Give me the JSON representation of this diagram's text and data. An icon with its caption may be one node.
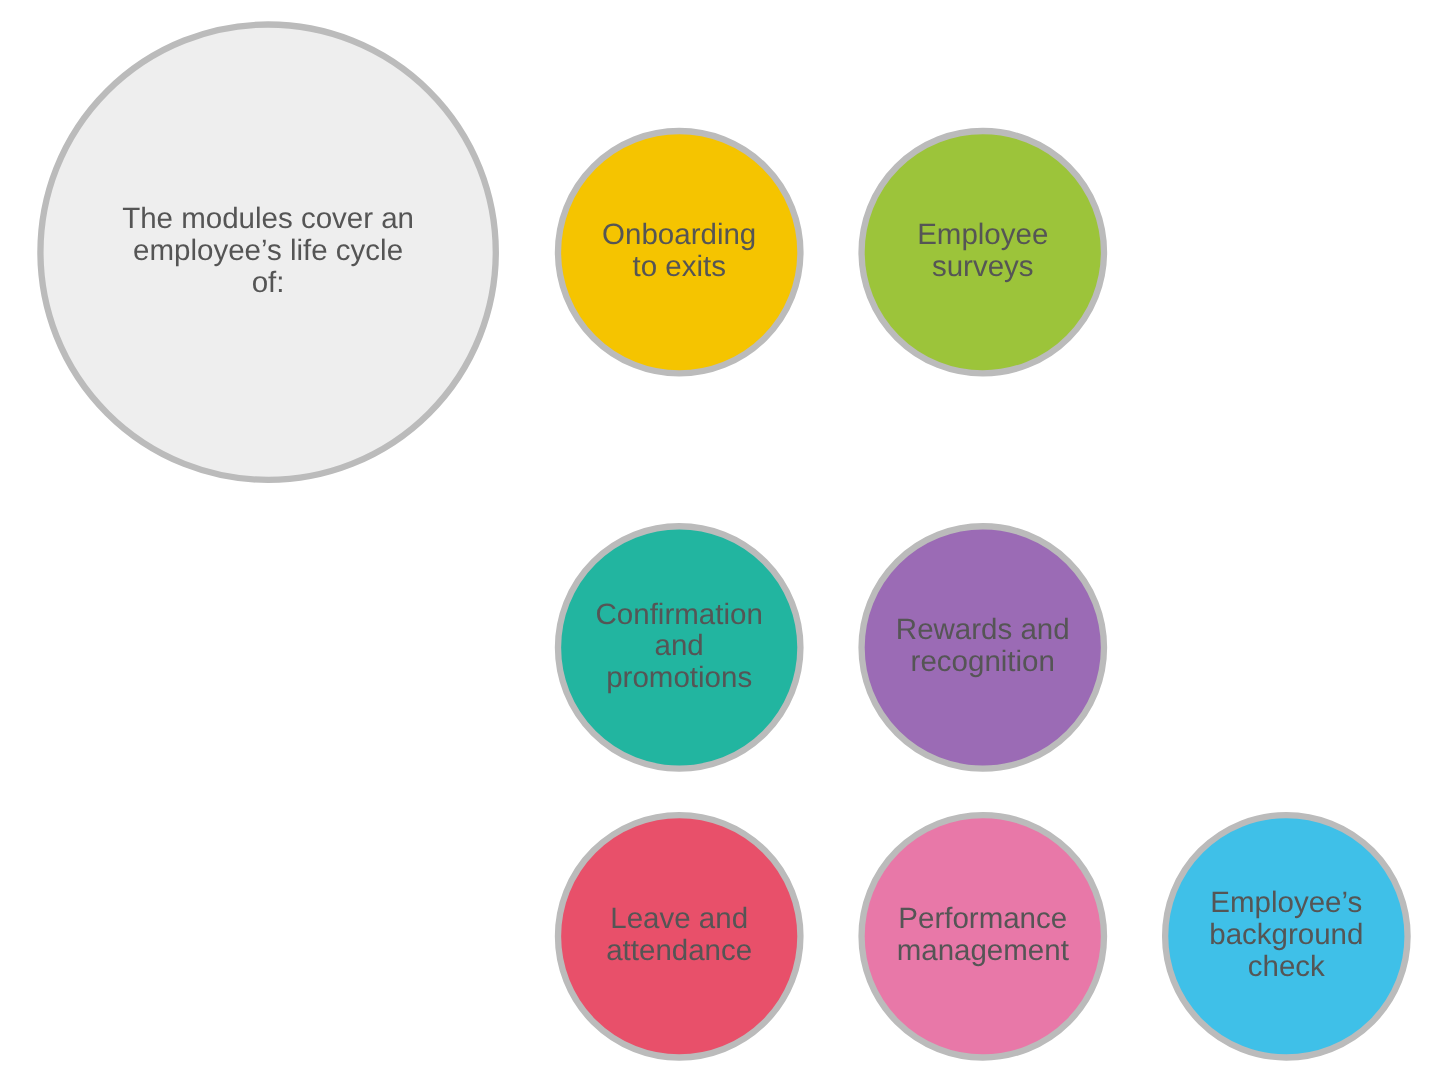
{
  "diagram": {
    "nodes": [
      {
        "text": [
          "The modules cover an employee’s life cycle of:"
        ]
      },
      {
        "text": [
          "Onboarding to exits"
        ]
      },
      {
        "text": [
          "Confirmation and promotions"
        ]
      },
      {
        "text": [
          "Leave and attendance"
        ]
      },
      {
        "text": [
          "Performance management"
        ]
      },
      {
        "text": [
          "Employee’s background check"
        ]
      },
      {
        "text": [
          "Rewards and recognition"
        ]
      },
      {
        "text": [
          "Employee surveys"
        ]
      }
    ]
  }
}
